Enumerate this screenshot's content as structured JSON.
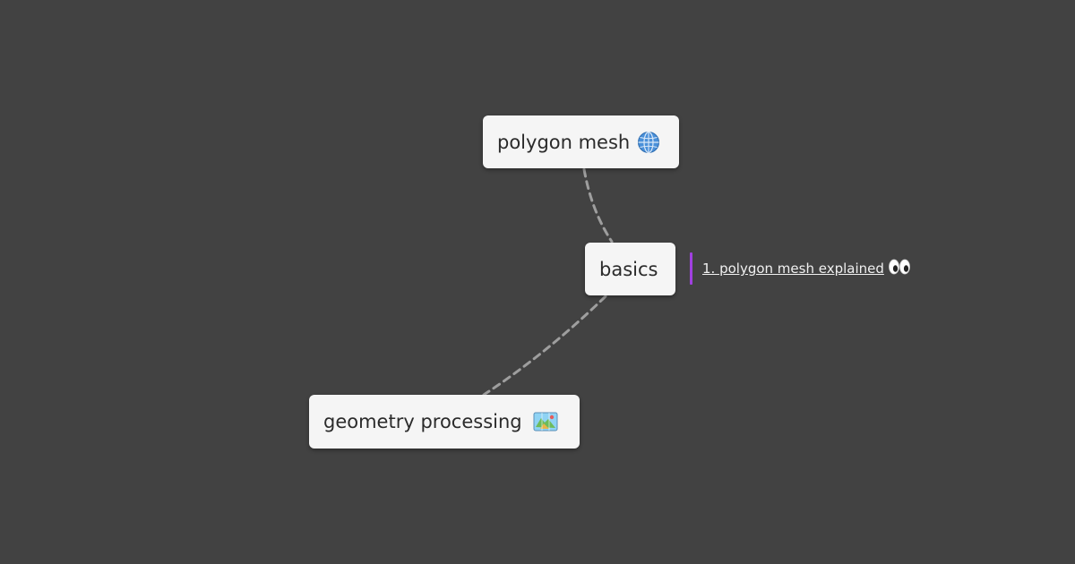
{
  "nodes": {
    "top": {
      "label": "polygon mesh",
      "icon": "globe-icon"
    },
    "center": {
      "label": "basics"
    },
    "bottom": {
      "label": "geometry processing",
      "icon": "map-icon"
    }
  },
  "note": {
    "link_text": "1. polygon mesh explained",
    "emoji": "eyes-icon"
  },
  "colors": {
    "background": "#424242",
    "node_fill": "#f5f5f5",
    "node_text": "#2b2b2b",
    "edge": "#9e9e9e",
    "note_accent": "#a040e0"
  }
}
